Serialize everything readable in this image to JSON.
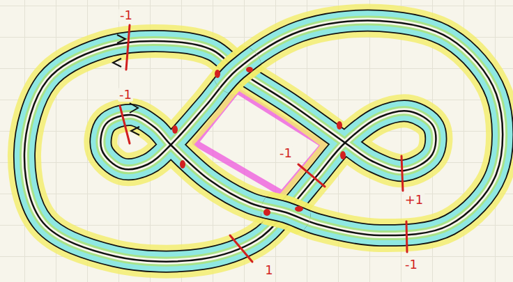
{
  "diagram": {
    "labels": [
      "-1",
      "-1",
      "-1",
      "+1",
      "1",
      "-1"
    ]
  }
}
